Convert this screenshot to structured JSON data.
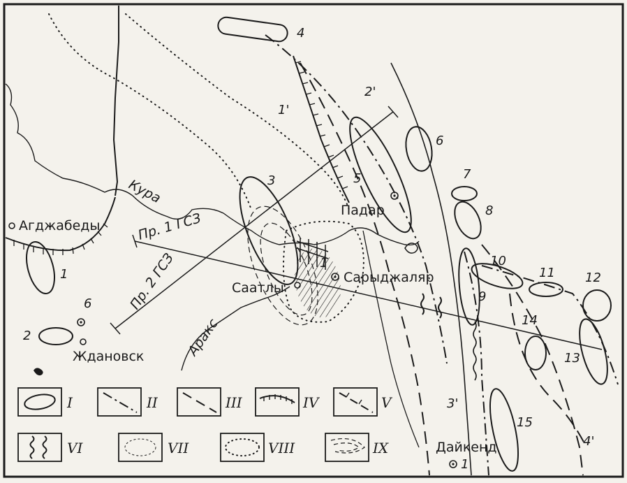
{
  "towns": {
    "agdzhabedy": "Агджабеды",
    "zhdanovsk": "Ждановск",
    "saatly": "Саатлы",
    "padar": "Падар",
    "sarydzhalyar": "Сарыджаляр",
    "daykend": "Дайкенд"
  },
  "rivers": {
    "kura": "Кура",
    "araks": "Аракс"
  },
  "profiles": {
    "p1": "Пр. 1 ГСЗ",
    "p2": "Пр. 2 ГСЗ"
  },
  "structure_numbers": [
    "1",
    "2",
    "3",
    "4",
    "5",
    "6",
    "7",
    "8",
    "9",
    "10",
    "11",
    "12",
    "13",
    "14",
    "15"
  ],
  "fault_labels": [
    "1'",
    "2'",
    "3'",
    "4'"
  ],
  "well_numbers": {
    "zhdanovsk_well": "6",
    "sarydzhalyar_well": "1",
    "daykend_well": "1"
  },
  "legend": [
    "I",
    "II",
    "III",
    "IV",
    "V",
    "VI",
    "VII",
    "VIII",
    "IX"
  ],
  "colors": {
    "ink": "#1a1a1a",
    "paper": "#f4f2ec"
  }
}
